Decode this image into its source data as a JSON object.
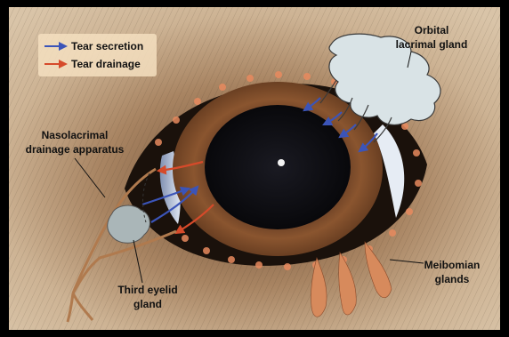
{
  "legend": {
    "secretion_label": "Tear secretion",
    "drainage_label": "Tear drainage",
    "secretion_color": "#3b54b8",
    "drainage_color": "#d64a2a"
  },
  "labels": {
    "orbital_line1": "Orbital",
    "orbital_line2": "lacrimal gland",
    "nasolacrimal_line1": "Nasolacrimal",
    "nasolacrimal_line2": "drainage apparatus",
    "third_eyelid_line1": "Third eyelid",
    "third_eyelid_line2": "gland",
    "meibomian_line1": "Meibomian",
    "meibomian_line2": "glands"
  },
  "colors": {
    "fur_light": "#cfb597",
    "fur_dark": "#5a3f2c",
    "iris": "#7a4a2a",
    "pupil": "#0c0c10",
    "gland_fill": "#d9e3e6",
    "gland_dots": "#e7895e",
    "duct": "#b07a4e"
  },
  "icons": {
    "secretion_arrow": "arrow-blue",
    "drainage_arrow": "arrow-red"
  }
}
